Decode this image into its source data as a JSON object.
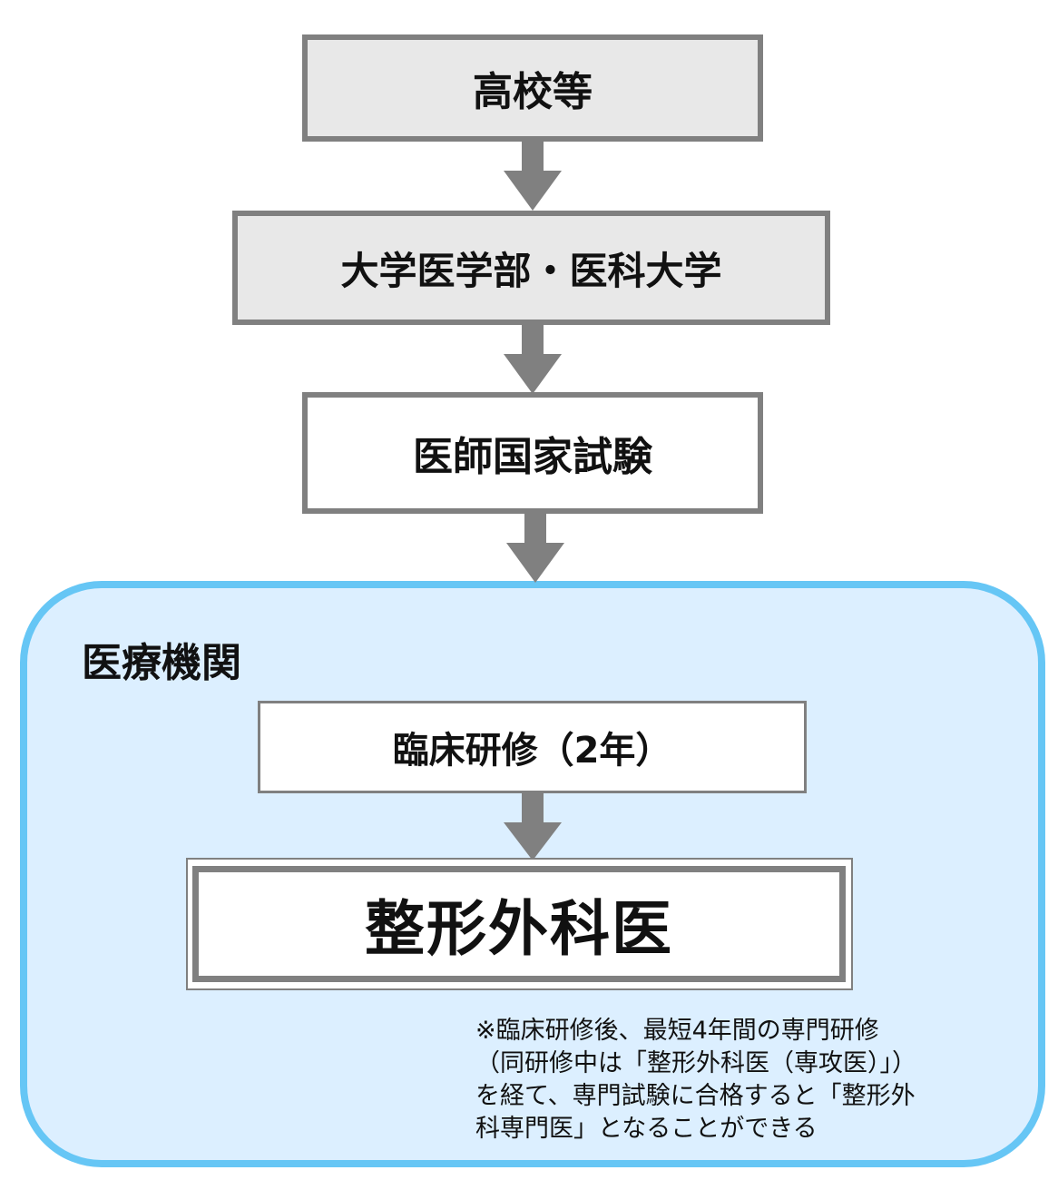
{
  "steps": {
    "high_school": "高校等",
    "university": "大学医学部・医科大学",
    "national_exam": "医師国家試験"
  },
  "facility": {
    "title": "医療機関",
    "clinical_training": "臨床研修（2年）",
    "orthopedic_surgeon": "整形外科医"
  },
  "note": {
    "lines": [
      "※臨床研修後、最短4年間の専門研修",
      "（同研修中は「整形外科医（専攻医）」）",
      "を経て、専門試験に合格すると「整形外",
      "科専門医」となることができる"
    ]
  },
  "colors": {
    "box_border": "#808080",
    "box_fill_gray": "#e8e8e8",
    "arrow": "#808080",
    "facility_border": "#66c6f5",
    "facility_fill": "#dcefff"
  }
}
